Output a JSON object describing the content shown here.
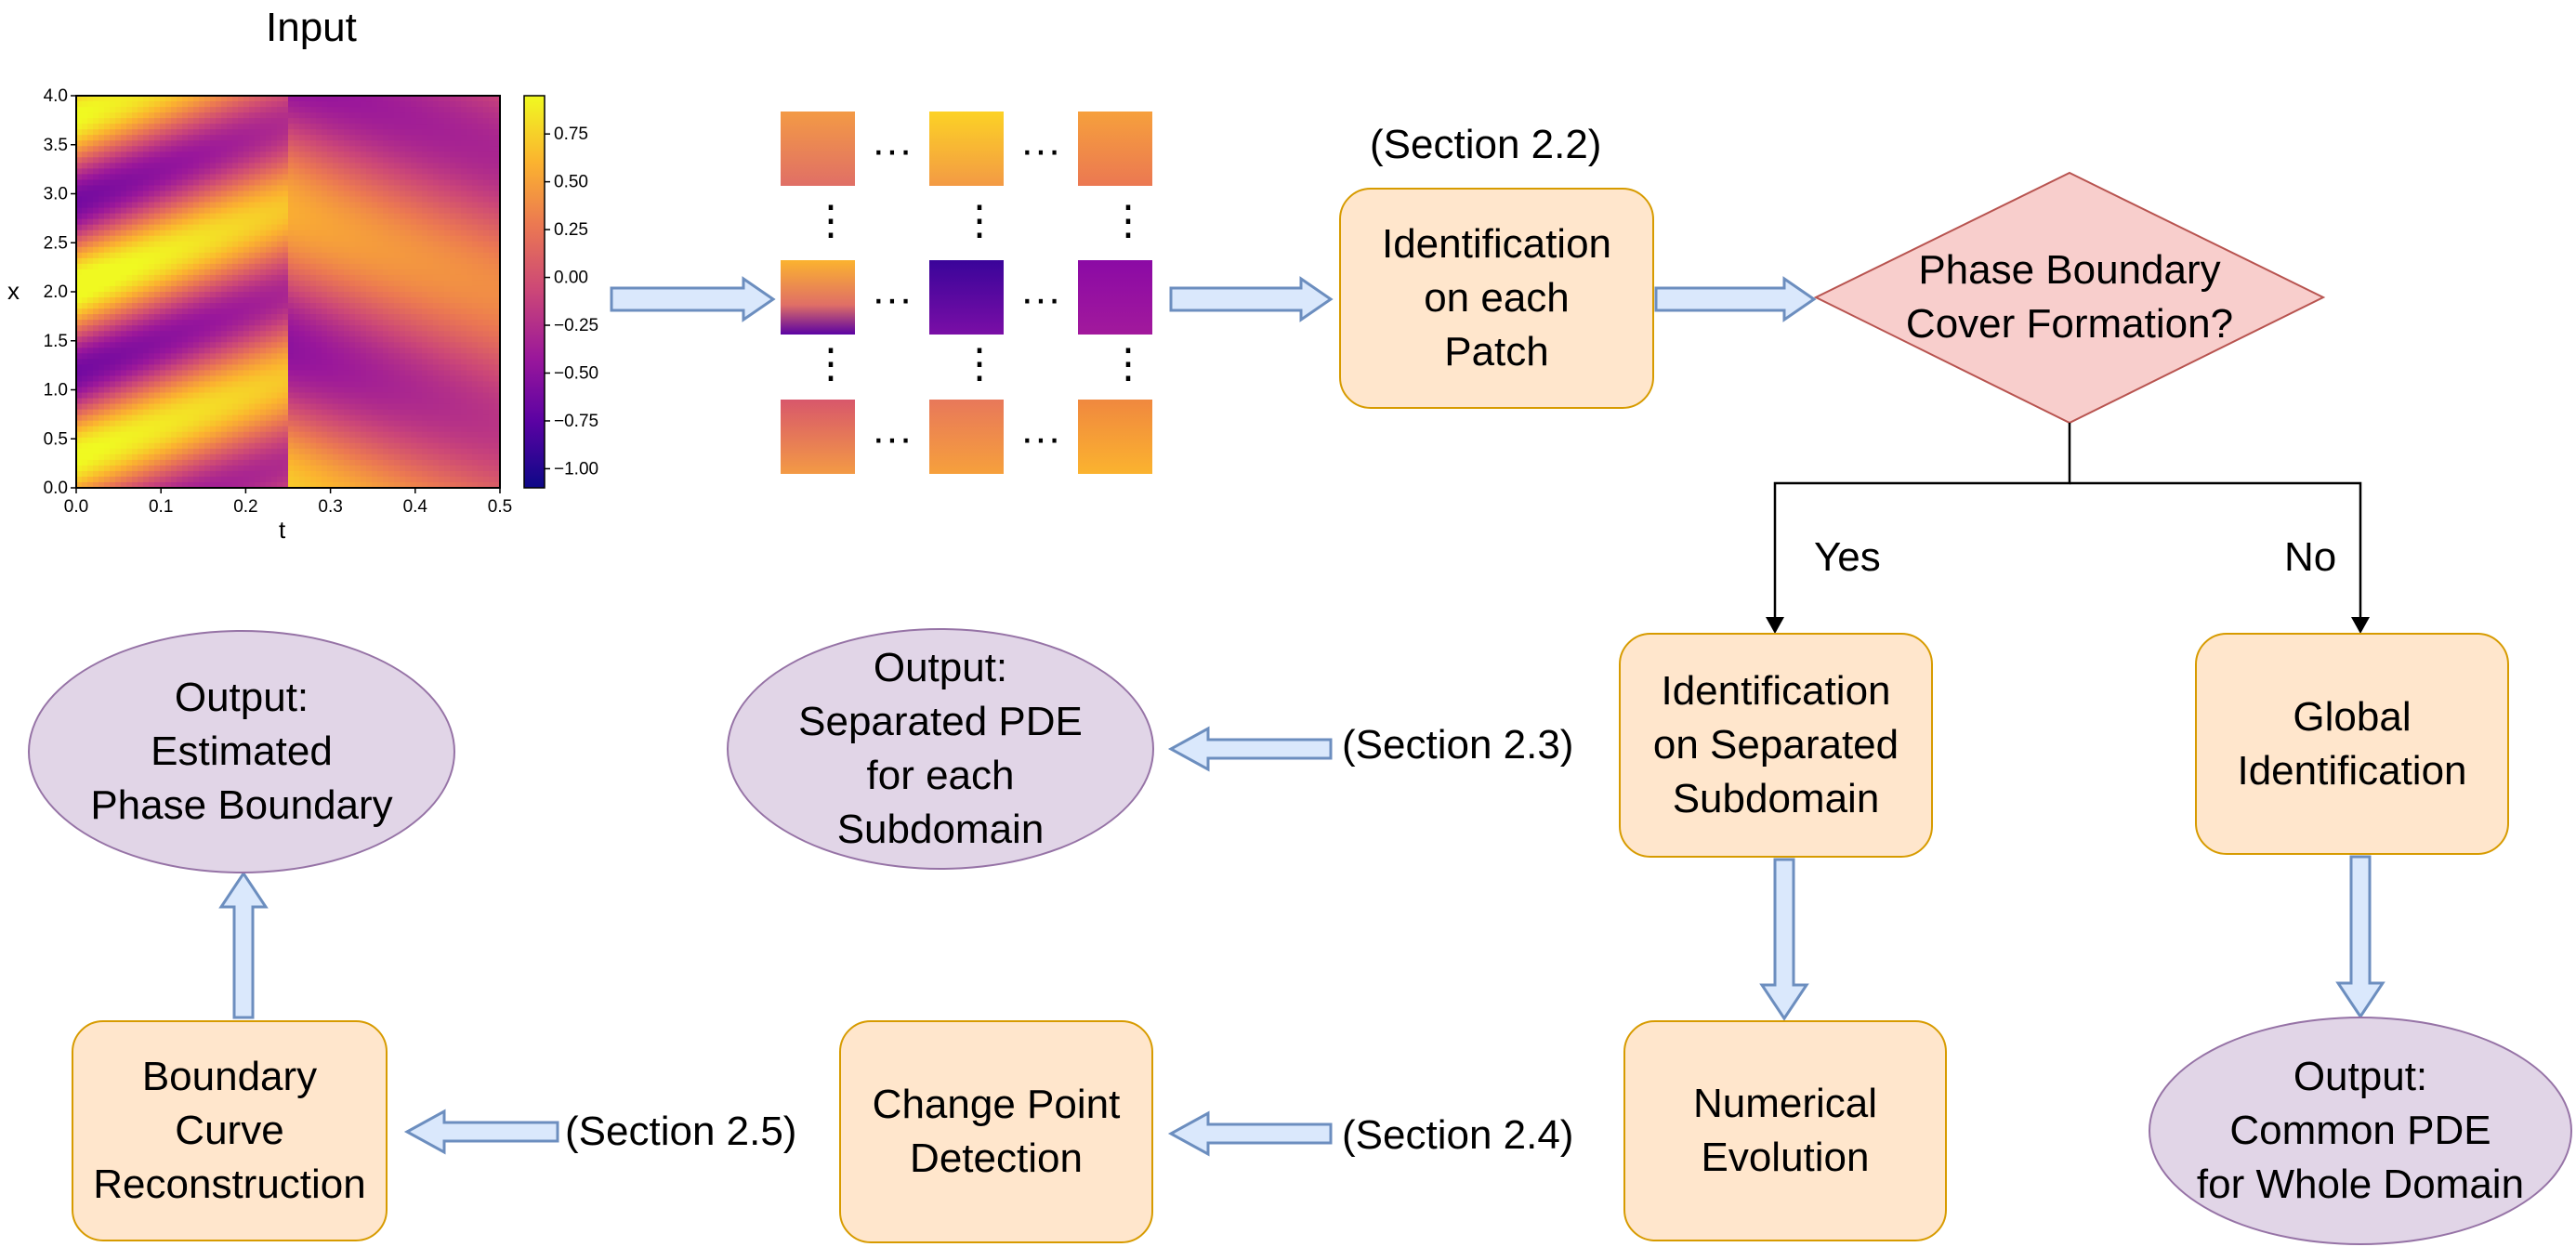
{
  "input_label": "Input",
  "heatmap": {
    "x_axis_label": "t",
    "y_axis_label": "x",
    "x_ticks": [
      "0.0",
      "0.1",
      "0.2",
      "0.3",
      "0.4",
      "0.5"
    ],
    "y_ticks": [
      "0.0",
      "0.5",
      "1.0",
      "1.5",
      "2.0",
      "2.5",
      "3.0",
      "3.5",
      "4.0"
    ],
    "colorbar_ticks": [
      "0.75",
      "0.50",
      "0.25",
      "0.00",
      "−0.25",
      "−0.50",
      "−0.75",
      "−1.00"
    ],
    "colormap": [
      "#0d0887",
      "#5b02a3",
      "#9a179b",
      "#cb4678",
      "#eb7852",
      "#fbb32f",
      "#f0f921"
    ]
  },
  "patch_ellipsis_h": "···",
  "patch_ellipsis_v": "⋮",
  "patch_colors": [
    [
      "#e8785a",
      "#fbc52a",
      "#f39a45"
    ],
    [
      "#f08a4a",
      "#4c02a1",
      "#8e10a0"
    ],
    [
      "#e06f66",
      "#ee8158",
      "#f39a45"
    ]
  ],
  "section_labels": {
    "s22": "(Section 2.2)",
    "s23": "(Section 2.3)",
    "s24": "(Section 2.4)",
    "s25": "(Section 2.5)"
  },
  "nodes": {
    "patch_id": "Identification\non each\nPatch",
    "decision": "Phase Boundary\nCover Formation?",
    "sep_id": "Identification\non Separated\nSubdomain",
    "global_id": "Global\nIdentification",
    "numerical": "Numerical\nEvolution",
    "change_point": "Change Point\nDetection",
    "boundary_curve": "Boundary\nCurve\nReconstruction",
    "out_sep": "Output:\nSeparated PDE\nfor each\nSubdomain",
    "out_boundary": "Output:\nEstimated\nPhase Boundary",
    "out_common": "Output:\nCommon PDE\nfor Whole Domain"
  },
  "branch_labels": {
    "yes": "Yes",
    "no": "No"
  },
  "colors": {
    "box_fill": "#ffe6cc",
    "box_stroke": "#d79b00",
    "ellipse_fill": "#e1d5e7",
    "ellipse_stroke": "#9673a6",
    "diamond_fill": "#f8cecc",
    "diamond_stroke": "#b85450",
    "arrow_fill": "#dae8fc",
    "arrow_stroke": "#6c8ebf"
  }
}
